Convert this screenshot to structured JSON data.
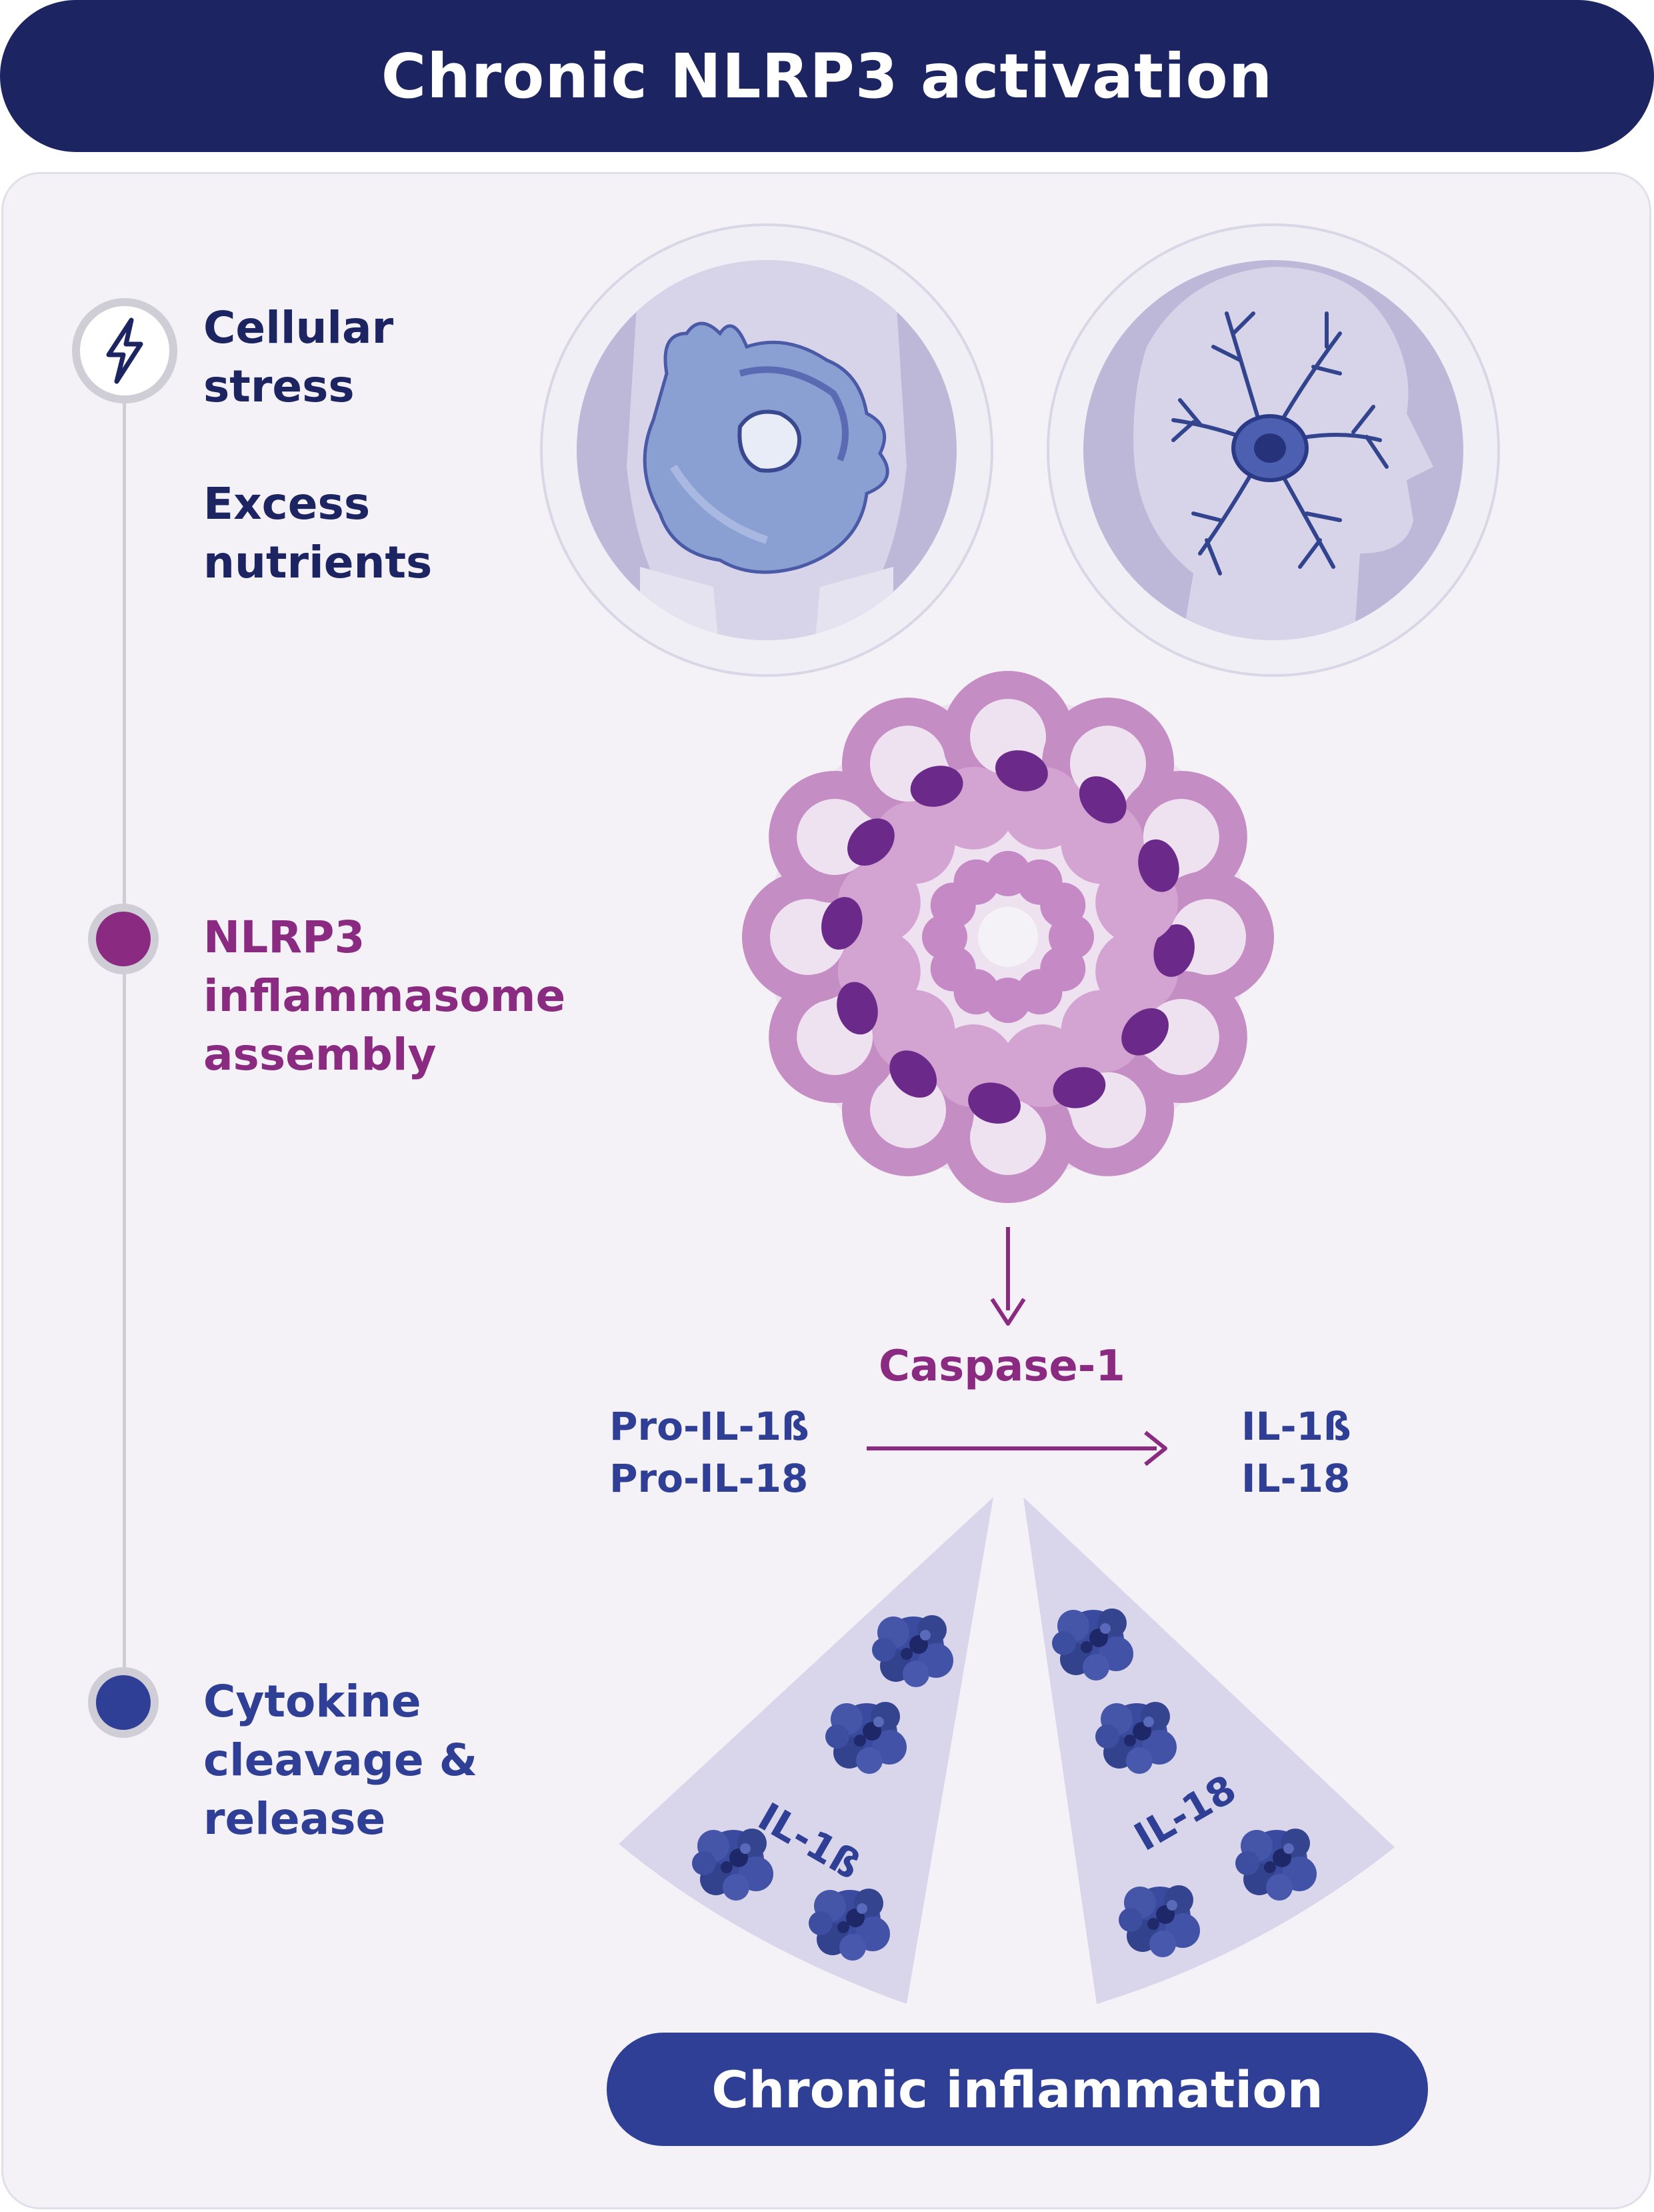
{
  "header": {
    "title": "Chronic NLRP3 activation"
  },
  "timeline": {
    "steps": [
      {
        "lines": [
          "Cellular",
          "stress"
        ]
      },
      {
        "lines": [
          "Excess",
          "nutrients"
        ]
      },
      {
        "lines": [
          "NLRP3",
          "inflammasome",
          "assembly"
        ]
      },
      {
        "lines": [
          "Cytokine",
          "cleavage &",
          "release"
        ]
      }
    ]
  },
  "reaction": {
    "enzyme": "Caspase-1",
    "substrates": [
      "Pro-IL-1ß",
      "Pro-IL-18"
    ],
    "products": [
      "IL-1ß",
      "IL-18"
    ]
  },
  "cytokines": {
    "left": "IL-1ß",
    "right": "IL-18"
  },
  "footer": {
    "label": "Chronic inflammation"
  },
  "colors": {
    "navy": "#1c2461",
    "purple": "#8a2a80",
    "blue": "#2f3f96",
    "panel": "#f4f2f7"
  },
  "icons": {
    "stress": "lightning-bolt-icon",
    "organs": [
      "liver-illustration",
      "brain-neuron-illustration"
    ],
    "complex": "inflammasome-illustration",
    "protein": "cytokine-protein-illustration"
  }
}
